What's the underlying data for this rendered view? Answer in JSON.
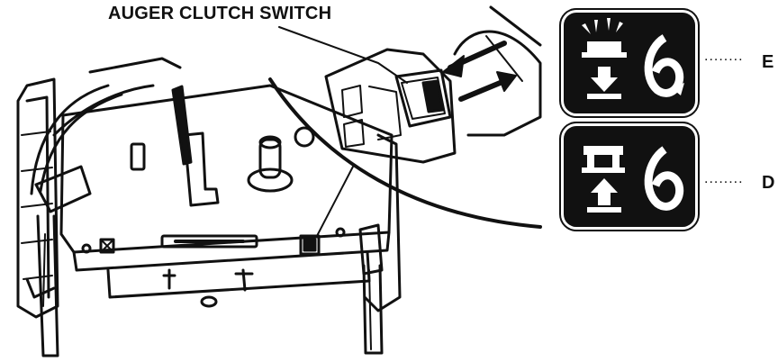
{
  "diagram": {
    "callout": "AUGER CLUTCH SWITCH",
    "legend": [
      {
        "icon": "auger-engaged-icon",
        "leader": "........",
        "label": "E"
      },
      {
        "icon": "auger-disengaged-icon",
        "leader": "........",
        "label": "D"
      }
    ]
  }
}
